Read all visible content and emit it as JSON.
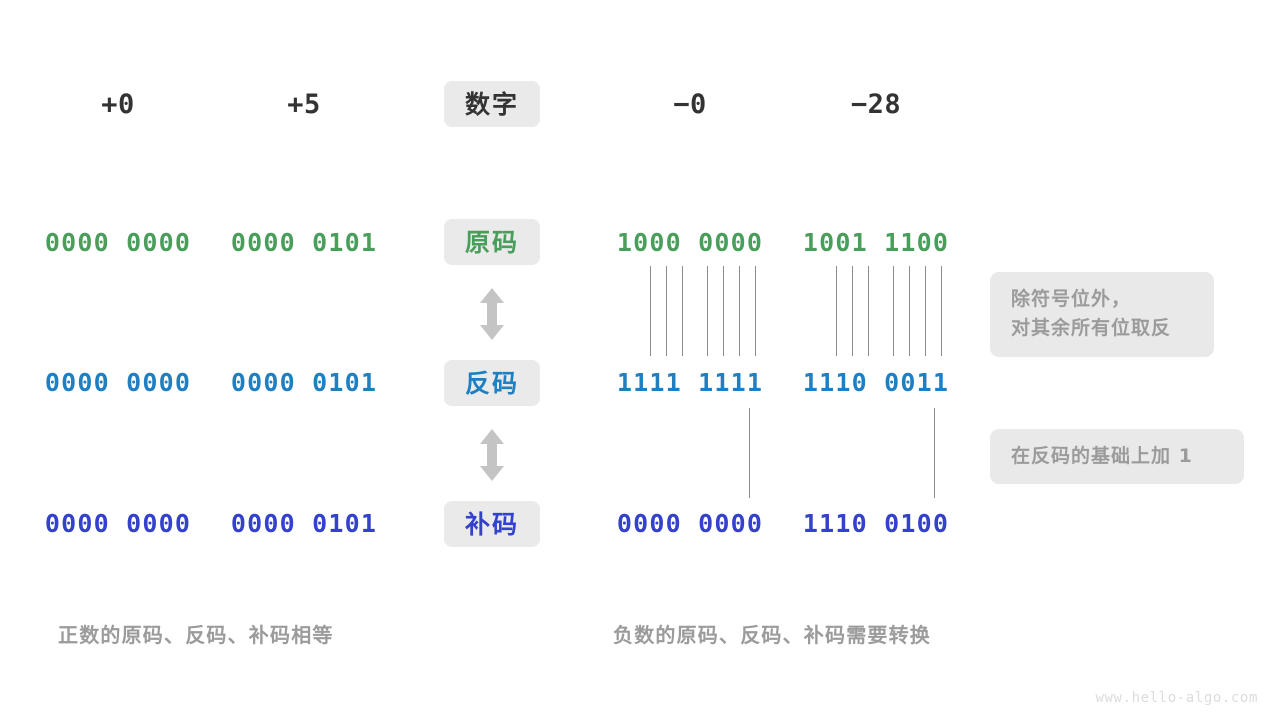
{
  "header": {
    "columns": [
      {
        "label": "+0",
        "name": "plus-zero"
      },
      {
        "label": "+5",
        "name": "plus-five"
      },
      {
        "label": "数字",
        "name": "number-chip"
      },
      {
        "label": "−0",
        "name": "minus-zero"
      },
      {
        "label": "−28",
        "name": "minus-twentyeight"
      }
    ]
  },
  "rows": [
    {
      "chip": "原码",
      "chip_color": "#4A9E5C",
      "value_color": "#4A9E5C",
      "values": [
        "0000 0000",
        "0000 0101",
        "1000 0000",
        "1001 1100"
      ]
    },
    {
      "chip": "反码",
      "chip_color": "#1E7FC2",
      "value_color": "#1E7FC2",
      "values": [
        "0000 0000",
        "0000 0101",
        "1111 1111",
        "1110 0011"
      ]
    },
    {
      "chip": "补码",
      "chip_color": "#3341CC",
      "value_color": "#3341CC",
      "values": [
        "0000 0000",
        "0000 0101",
        "0000 0000",
        "1110 0100"
      ]
    }
  ],
  "notes": [
    {
      "text": "除符号位外，\n对其余所有位取反",
      "name": "note-invert-bits"
    },
    {
      "text": "在反码的基础上加 1",
      "name": "note-add-one"
    }
  ],
  "captions": [
    {
      "text": "正数的原码、反码、补码相等",
      "name": "caption-positive"
    },
    {
      "text": "负数的原码、反码、补码需要转换",
      "name": "caption-negative"
    }
  ],
  "watermark": "www.hello-algo.com",
  "colors": {
    "chip_background": "#eaeaea",
    "note_background": "#e9e9e9",
    "muted_text": "#9b9b9b",
    "dark_text": "#333333",
    "line": "#8c8c8c",
    "arrow": "#c4c4c4"
  }
}
